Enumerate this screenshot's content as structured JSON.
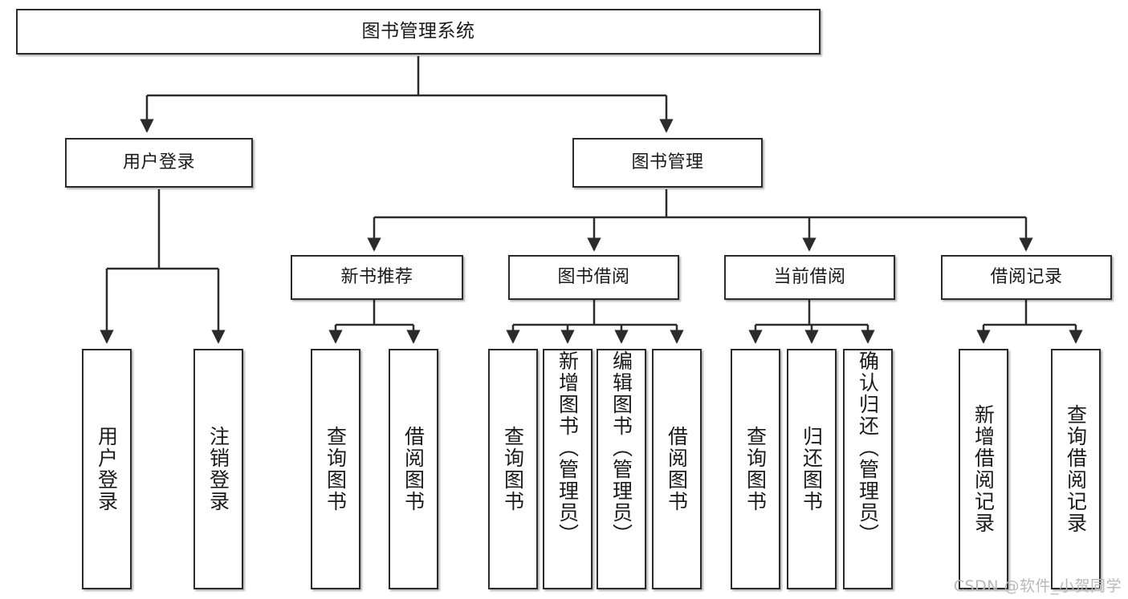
{
  "diagram": {
    "type": "tree",
    "title": "图书管理系统",
    "watermark": "CSDN @软件_小贺同学",
    "colors": {
      "box_border": "#2b2b2b",
      "box_fill": "#ffffff",
      "connector": "#2b2b2b",
      "watermark": "#b9b9b9",
      "background": "#ffffff"
    },
    "nodes": {
      "root": {
        "label": "图书管理系统"
      },
      "level2": [
        {
          "label": "用户登录"
        },
        {
          "label": "图书管理"
        }
      ],
      "level3": [
        {
          "label": "新书推荐"
        },
        {
          "label": "图书借阅"
        },
        {
          "label": "当前借阅"
        },
        {
          "label": "借阅记录"
        }
      ],
      "leaves": {
        "user_login": [
          {
            "label": "用户登录"
          },
          {
            "label": "注销登录"
          }
        ],
        "new_book": [
          {
            "label": "查询图书"
          },
          {
            "label": "借阅图书"
          }
        ],
        "borrow_book": [
          {
            "label": "查询图书"
          },
          {
            "label": "新增图书（管理员）"
          },
          {
            "label": "编辑图书（管理员）"
          },
          {
            "label": "借阅图书"
          }
        ],
        "current_borrow": [
          {
            "label": "查询图书"
          },
          {
            "label": "归还图书"
          },
          {
            "label": "确认归还（管理员）"
          }
        ],
        "borrow_record": [
          {
            "label": "新增借阅记录"
          },
          {
            "label": "查询借阅记录"
          }
        ]
      }
    }
  }
}
